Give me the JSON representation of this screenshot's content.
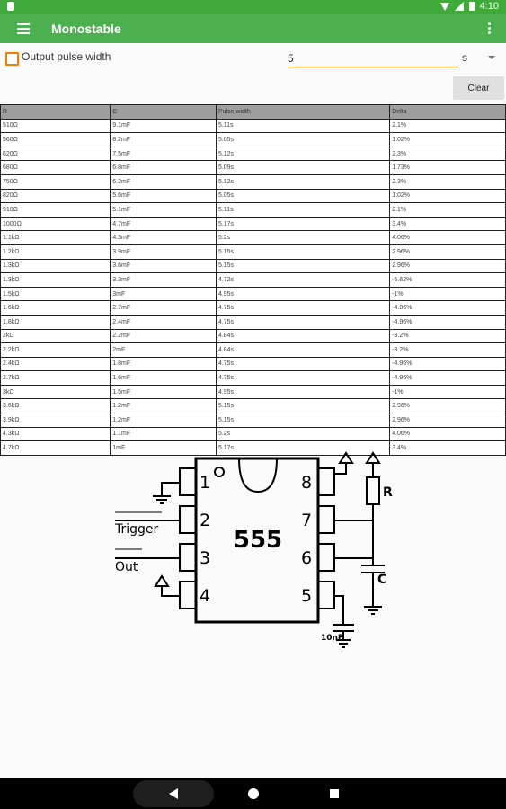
{
  "status": {
    "time": "4:10"
  },
  "appbar": {
    "title": "Monostable"
  },
  "options": {
    "checkbox_label": "Output pulse width",
    "value": "5",
    "unit": "s"
  },
  "clear_label": "Clear",
  "table": {
    "headers": [
      "R",
      "C",
      "Pulse width",
      "Delta"
    ],
    "rows": [
      [
        "510Ω",
        "9.1mF",
        "5.11s",
        "2.1%"
      ],
      [
        "560Ω",
        "8.2mF",
        "5.05s",
        "1.02%"
      ],
      [
        "620Ω",
        "7.5mF",
        "5.12s",
        "2.3%"
      ],
      [
        "680Ω",
        "6.8mF",
        "5.09s",
        "1.73%"
      ],
      [
        "750Ω",
        "6.2mF",
        "5.12s",
        "2.3%"
      ],
      [
        "820Ω",
        "5.6mF",
        "5.05s",
        "1.02%"
      ],
      [
        "910Ω",
        "5.1mF",
        "5.11s",
        "2.1%"
      ],
      [
        "1000Ω",
        "4.7mF",
        "5.17s",
        "3.4%"
      ],
      [
        "1.1kΩ",
        "4.3mF",
        "5.2s",
        "4.06%"
      ],
      [
        "1.2kΩ",
        "3.9mF",
        "5.15s",
        "2.96%"
      ],
      [
        "1.3kΩ",
        "3.6mF",
        "5.15s",
        "2.96%"
      ],
      [
        "1.3kΩ",
        "3.3mF",
        "4.72s",
        "-5.62%"
      ],
      [
        "1.5kΩ",
        "3mF",
        "4.95s",
        "-1%"
      ],
      [
        "1.6kΩ",
        "2.7mF",
        "4.75s",
        "-4.96%"
      ],
      [
        "1.8kΩ",
        "2.4mF",
        "4.75s",
        "-4.96%"
      ],
      [
        "2kΩ",
        "2.2mF",
        "4.84s",
        "-3.2%"
      ],
      [
        "2.2kΩ",
        "2mF",
        "4.84s",
        "-3.2%"
      ],
      [
        "2.4kΩ",
        "1.8mF",
        "4.75s",
        "-4.96%"
      ],
      [
        "2.7kΩ",
        "1.6mF",
        "4.75s",
        "-4.96%"
      ],
      [
        "3kΩ",
        "1.5mF",
        "4.95s",
        "-1%"
      ],
      [
        "3.6kΩ",
        "1.2mF",
        "5.15s",
        "2.96%"
      ],
      [
        "3.9kΩ",
        "1.2mF",
        "5.15s",
        "2.96%"
      ],
      [
        "4.3kΩ",
        "1.1mF",
        "5.2s",
        "4.06%"
      ],
      [
        "4.7kΩ",
        "1mF",
        "5.17s",
        "3.4%"
      ]
    ]
  },
  "schematic": {
    "chip": "555",
    "pins": [
      "1",
      "2",
      "3",
      "4",
      "5",
      "6",
      "7",
      "8"
    ],
    "labels": {
      "trigger": "Trigger",
      "out": "Out",
      "r": "R",
      "c": "C",
      "cap": "10nF"
    }
  }
}
